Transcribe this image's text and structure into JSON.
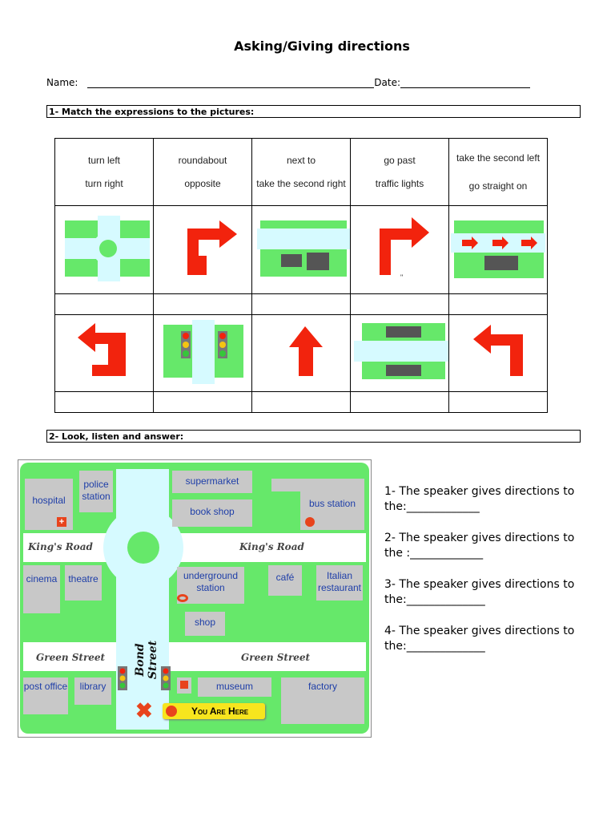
{
  "title": "Asking/Giving directions",
  "name_label": "Name:",
  "date_label": "Date:",
  "section1": "1- Match the expressions to the pictures:",
  "section2": "2-  Look, listen and answer:",
  "expressions": {
    "row1": [
      "turn left",
      "roundabout",
      "next to",
      "go past",
      "take the second left"
    ],
    "row2": [
      "turn right",
      "opposite",
      "take the second right",
      "traffic lights",
      "go straight on"
    ]
  },
  "pictures_row1": [
    "roundabout-icon",
    "turn-right-arrow-icon",
    "next-to-icon",
    "turn-right-arrow-icon",
    "go-past-icon"
  ],
  "pictures_row2": [
    "turn-left-arrow-icon",
    "traffic-lights-icon",
    "straight-arrow-icon",
    "opposite-icon",
    "turn-left-arrow-icon"
  ],
  "stray_mark": "\"",
  "questions": [
    {
      "line1": "1- The speaker gives directions to",
      "line2": "the:_____________"
    },
    {
      "line1": "2- The speaker gives directions to",
      "line2": "the :_____________"
    },
    {
      "line1": "3- The speaker gives directions to",
      "line2": "the:______________"
    },
    {
      "line1": "4- The speaker gives directions to",
      "line2": "the:______________"
    }
  ],
  "map": {
    "streets": {
      "kings_road_left": "King's Road",
      "kings_road_right": "King's Road",
      "green_street_left": "Green Street",
      "green_street_right": "Green Street",
      "bond_street": "Bond Street"
    },
    "places": {
      "hospital": "hospital",
      "police": "police station",
      "supermarket": "supermarket",
      "bookshop": "book shop",
      "bus": "bus station",
      "cinema": "cinema",
      "theatre": "theatre",
      "underground": "underground station",
      "cafe": "café",
      "italian": "Italian restaurant",
      "shop": "shop",
      "post": "post office",
      "library": "library",
      "museum": "museum",
      "factory": "factory"
    },
    "you_are_here": "You Are Here",
    "colors": {
      "grass": "#66e86a",
      "road": "#ffffff",
      "bond_street": "#d6faff",
      "building": "#c8c8c8",
      "text": "#1e3ea8",
      "marker": "#e8431c",
      "banner": "#f7e51e"
    }
  }
}
